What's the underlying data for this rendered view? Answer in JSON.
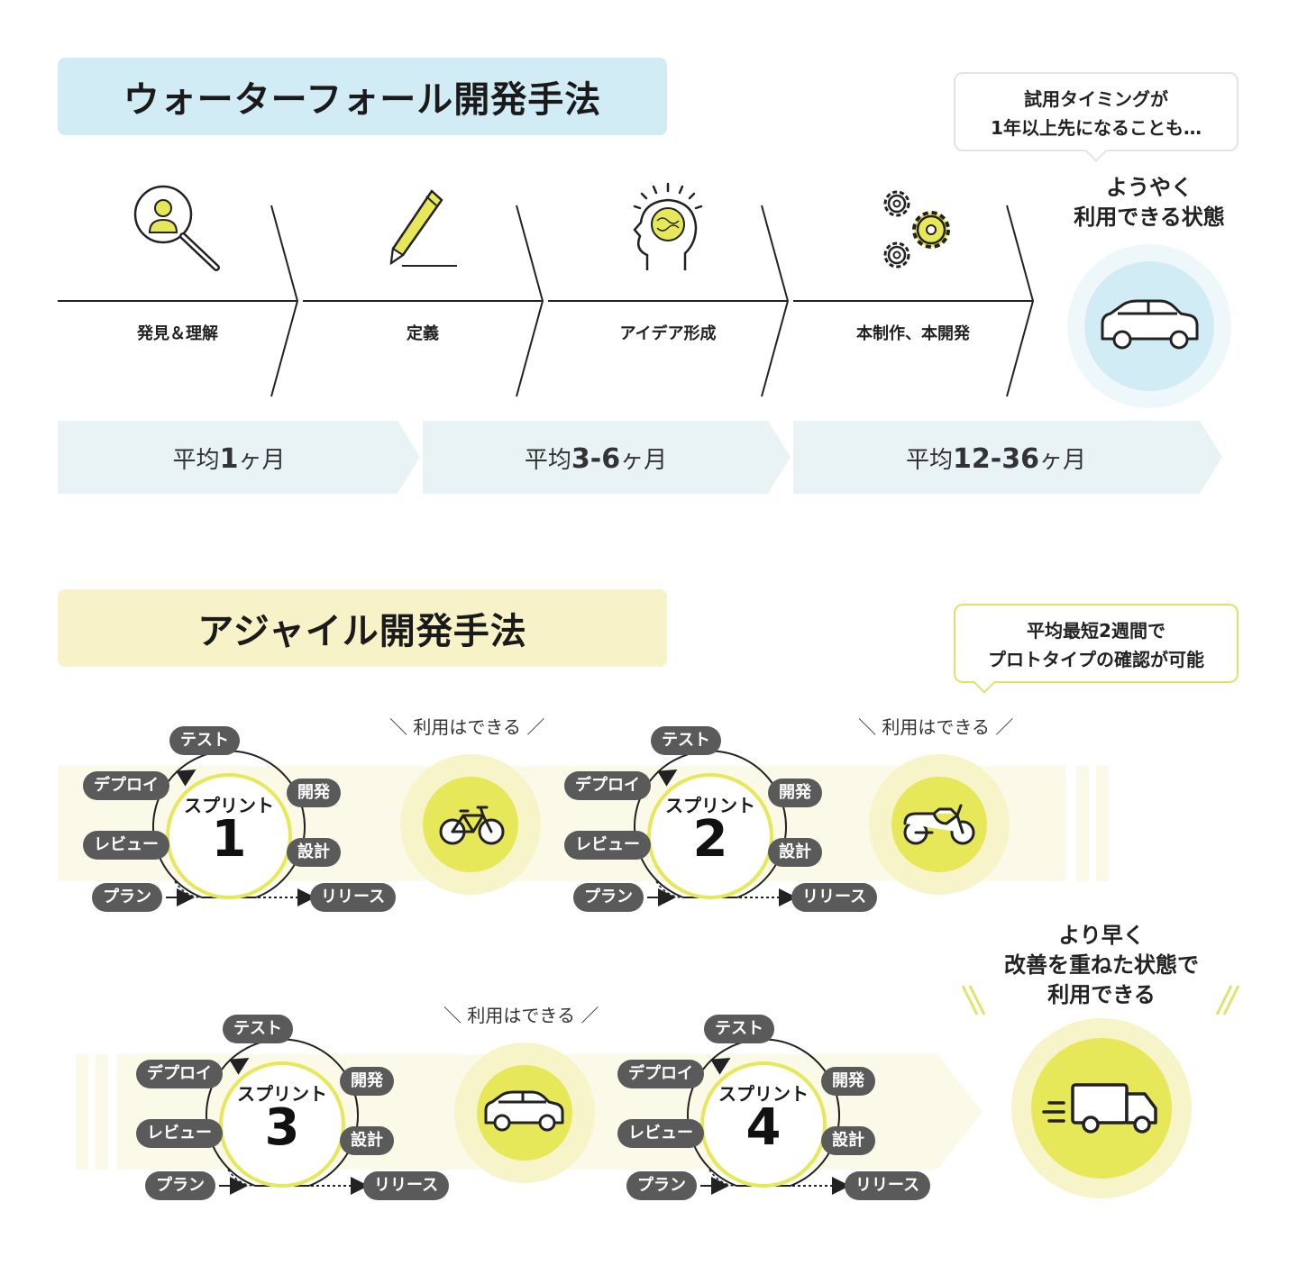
{
  "waterfall": {
    "title": "ウォーターフォール開発手法",
    "bubble": {
      "line1": "試用タイミングが",
      "line2": "1年以上先になることも…"
    },
    "result": {
      "line1": "ようやく",
      "line2": "利用できる状態"
    },
    "stages": [
      {
        "label": "発見＆理解",
        "icon": "user-search-icon"
      },
      {
        "label": "定義",
        "icon": "pencil-icon"
      },
      {
        "label": "アイデア形成",
        "icon": "brain-idea-icon"
      },
      {
        "label": "本制作、本開発",
        "icon": "gears-icon"
      }
    ],
    "periods": [
      {
        "prefix": "平均",
        "value": "1",
        "suffix": "ヶ月"
      },
      {
        "prefix": "平均",
        "value": "3-6",
        "suffix": "ヶ月"
      },
      {
        "prefix": "平均",
        "value": "12-36",
        "suffix": "ヶ月"
      }
    ],
    "result_icon": "car-icon"
  },
  "agile": {
    "title": "アジャイル開発手法",
    "bubble": {
      "line1": "平均最短2週間で",
      "line2": "プロトタイプの確認が可能"
    },
    "usable_label": "＼ 利用はできる ／",
    "cycle_tags": {
      "test": "テスト",
      "dev": "開発",
      "design": "設計",
      "deploy": "デプロイ",
      "review": "レビュー",
      "plan": "プラン",
      "release": "リリース"
    },
    "sprint_label": "スプリント",
    "sprints": [
      {
        "number": "1",
        "result_icon": "bicycle-icon"
      },
      {
        "number": "2",
        "result_icon": "motorcycle-icon"
      },
      {
        "number": "3",
        "result_icon": "car-icon"
      },
      {
        "number": "4",
        "result_icon": "truck-icon"
      }
    ],
    "final": {
      "line1": "より早く",
      "line2": "改善を重ねた状態で",
      "line3": "利用できる"
    }
  },
  "colors": {
    "accent_blue": "#d2ecf5",
    "accent_yellow": "#e6e85a",
    "band": "#fbf9e7"
  }
}
